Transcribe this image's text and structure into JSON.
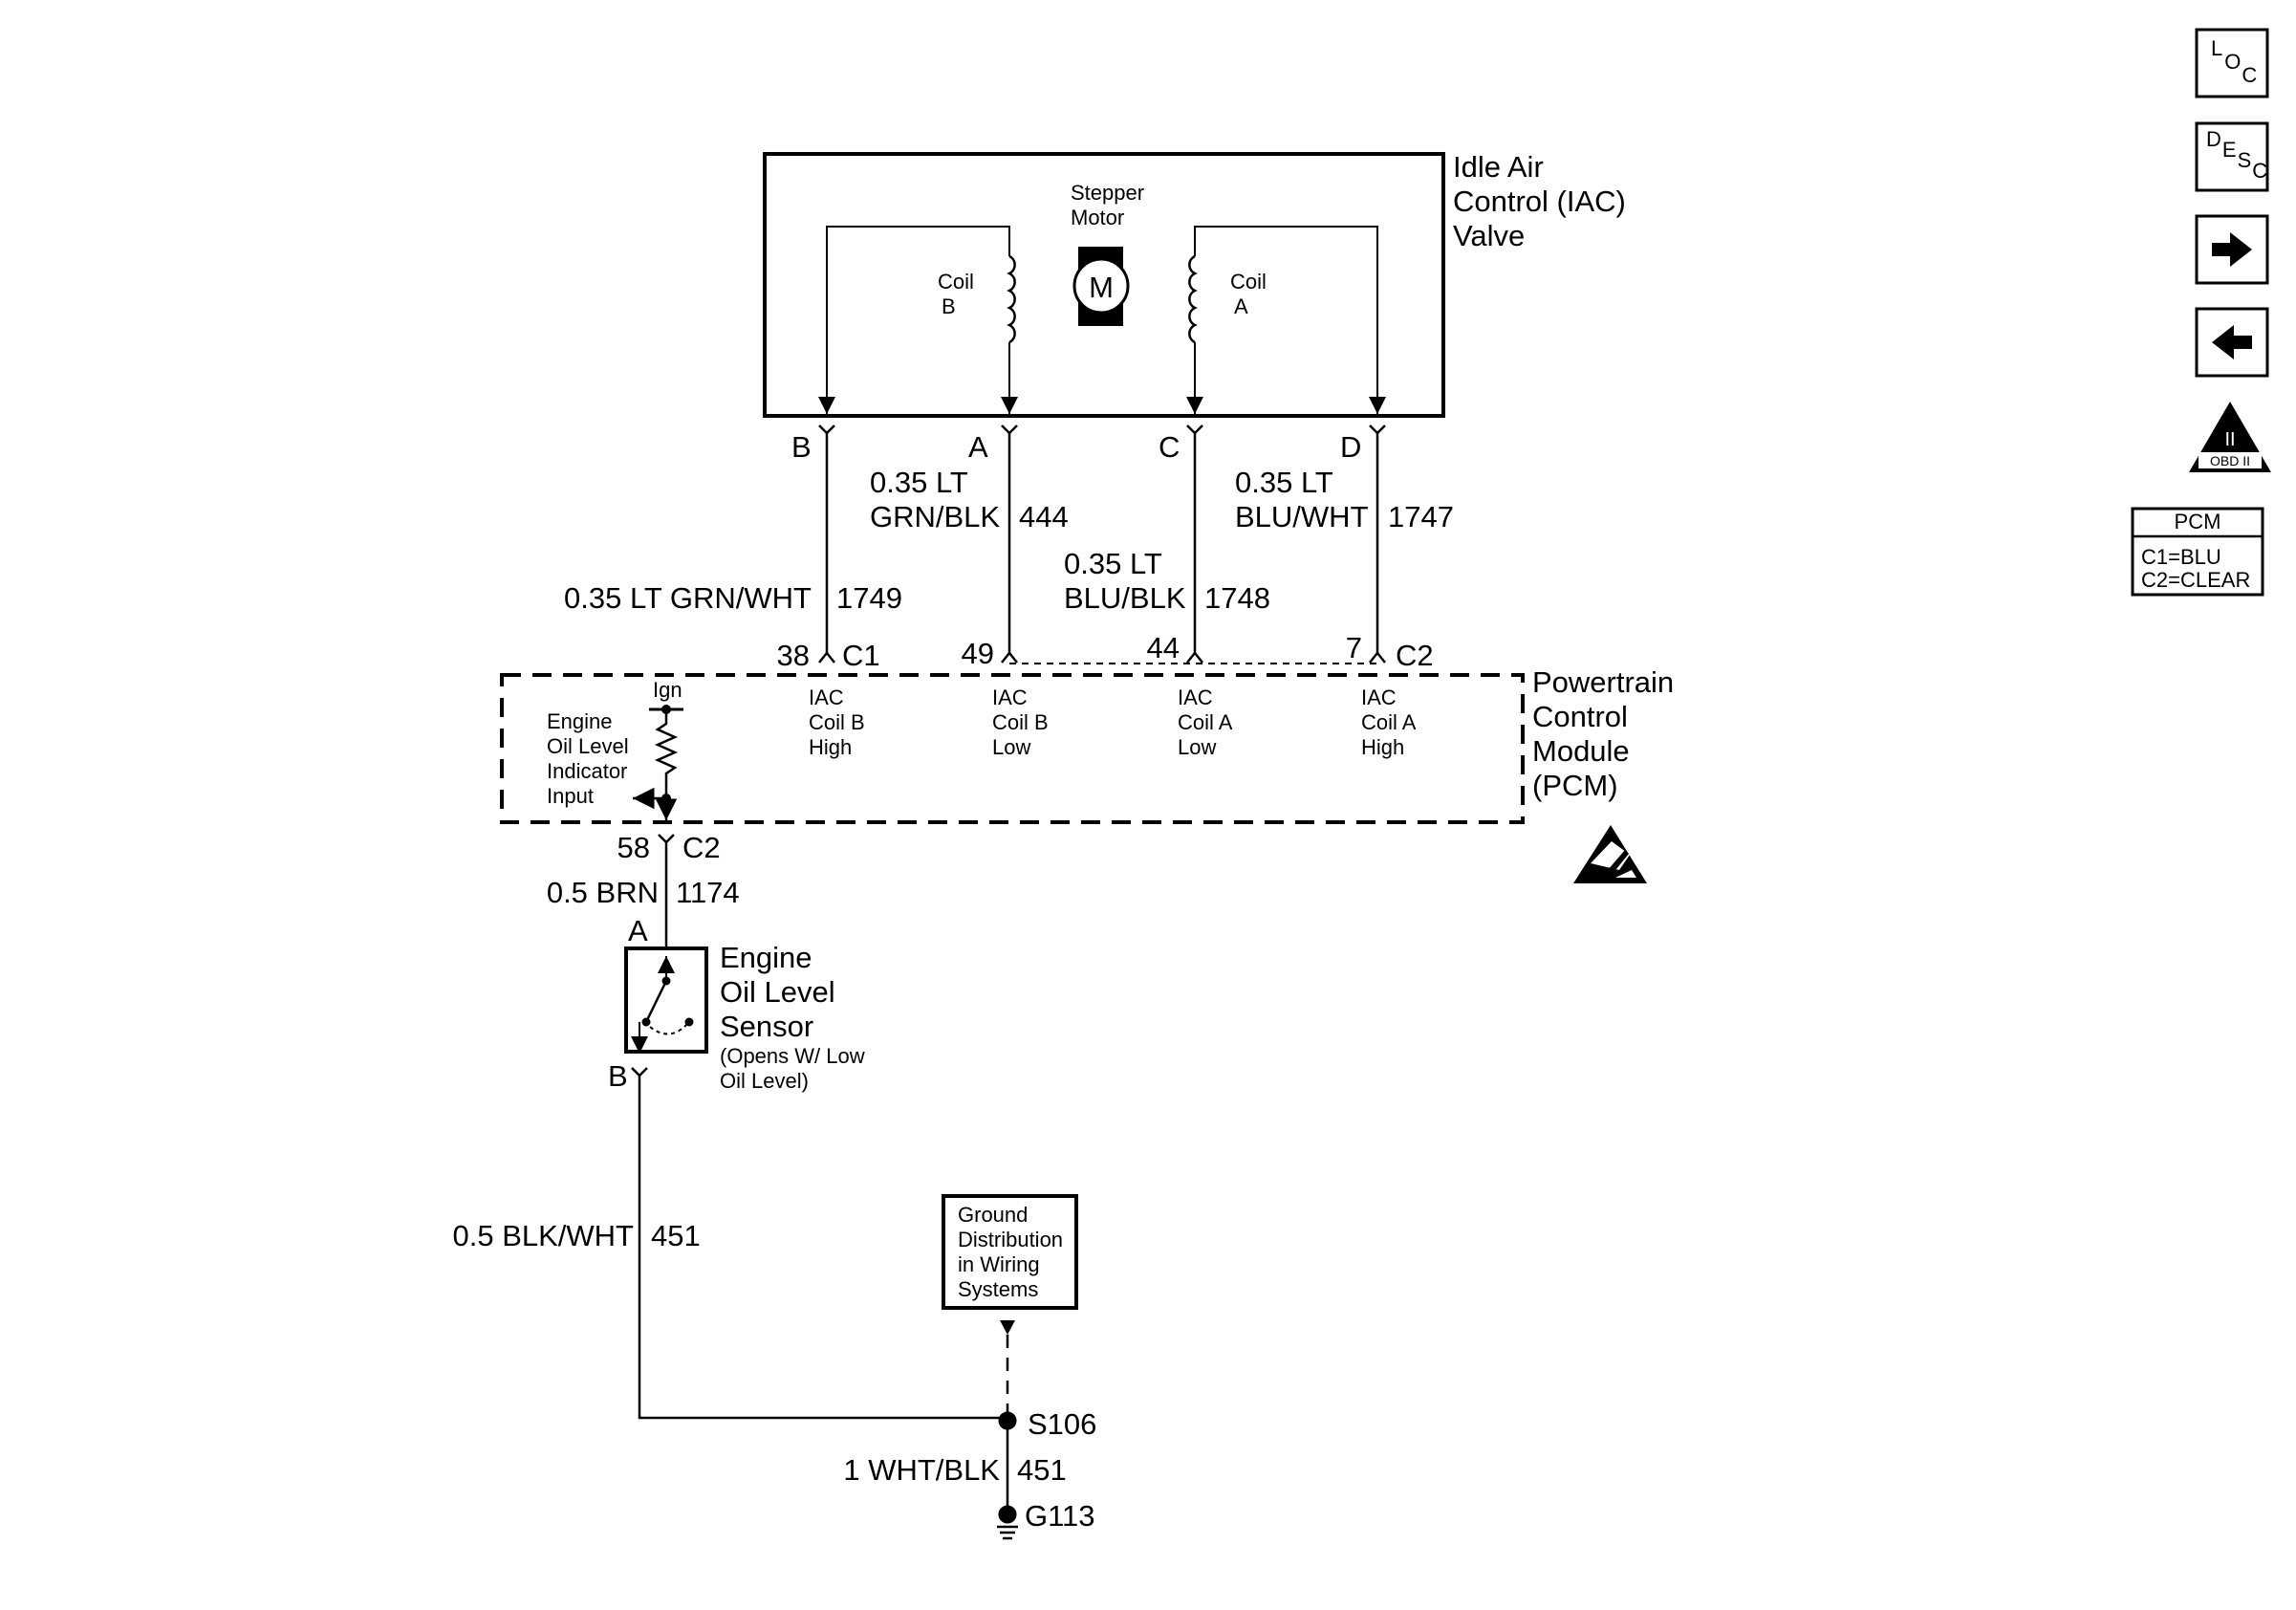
{
  "iac_valve": {
    "title": [
      "Idle Air",
      "Control (IAC)",
      "Valve"
    ],
    "stepper": [
      "Stepper",
      "Motor"
    ],
    "motor_symbol": "M",
    "coil_b": [
      "Coil",
      "B"
    ],
    "coil_a": [
      "Coil",
      "A"
    ]
  },
  "pins": {
    "valve": [
      "B",
      "A",
      "C",
      "D"
    ],
    "pcm": [
      "38",
      "49",
      "44",
      "7"
    ]
  },
  "connectors": {
    "c1": "C1",
    "c2_top": "C2",
    "c2_bottom": "C2"
  },
  "wires": {
    "w1749": {
      "color": "0.35 LT GRN/WHT",
      "circuit": "1749"
    },
    "w444": {
      "color": [
        "0.35 LT",
        "GRN/BLK"
      ],
      "circuit": "444"
    },
    "w1748": {
      "color": [
        "0.35 LT",
        "BLU/BLK"
      ],
      "circuit": "1748"
    },
    "w1747": {
      "color": [
        "0.35 LT",
        "BLU/WHT"
      ],
      "circuit": "1747"
    },
    "w1174": {
      "color": "0.5 BRN",
      "circuit": "1174"
    },
    "w451a": {
      "color": "0.5 BLK/WHT",
      "circuit": "451"
    },
    "w451b": {
      "color": "1 WHT/BLK",
      "circuit": "451"
    }
  },
  "pcm": {
    "title": [
      "Powertrain",
      "Control",
      "Module",
      "(PCM)"
    ],
    "ign": "Ign",
    "oil_input": [
      "Engine",
      "Oil Level",
      "Indicator",
      "Input"
    ],
    "circuits": [
      [
        "IAC",
        "Coil B",
        "High"
      ],
      [
        "IAC",
        "Coil B",
        "Low"
      ],
      [
        "IAC",
        "Coil A",
        "Low"
      ],
      [
        "IAC",
        "Coil A",
        "High"
      ]
    ],
    "pin58": "58"
  },
  "sensor": {
    "pin_a": "A",
    "pin_b": "B",
    "title": [
      "Engine",
      "Oil Level",
      "Sensor"
    ],
    "note": [
      "(Opens W/ Low",
      "Oil Level)"
    ]
  },
  "ground": {
    "ref_box": [
      "Ground",
      "Distribution",
      "in Wiring",
      "Systems"
    ],
    "splice": "S106",
    "ground_point": "G113"
  },
  "side_panel": {
    "loc": [
      "L",
      "O",
      "C"
    ],
    "desc": [
      "D",
      "E",
      "S",
      "C"
    ],
    "obd": [
      "II",
      "OBD II"
    ],
    "pcm_table": {
      "header": "PCM",
      "rows": [
        "C1=BLU",
        "C2=CLEAR"
      ]
    }
  }
}
